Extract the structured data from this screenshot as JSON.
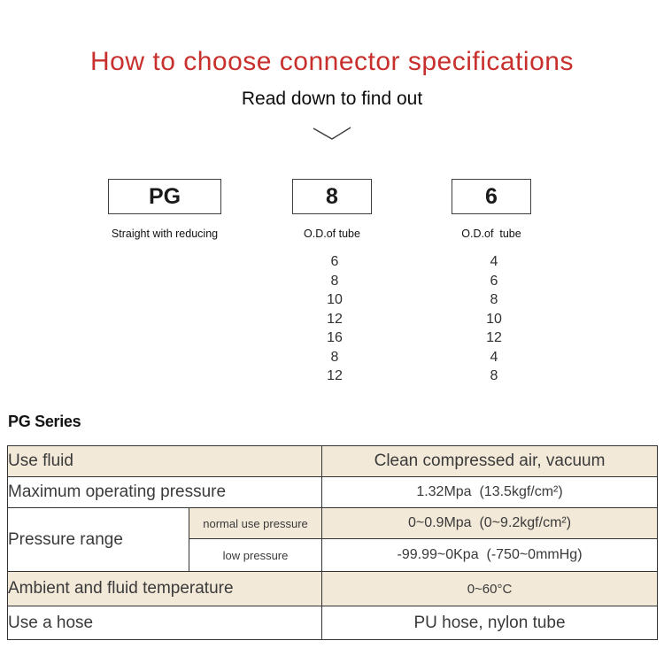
{
  "header": {
    "title": "How to choose connector specifications",
    "subtitle": "Read down to find out"
  },
  "icons": {
    "chevron_down": "chevron-down-icon"
  },
  "picker": {
    "items": [
      {
        "code": "PG",
        "label": "Straight with reducing",
        "sizes": []
      },
      {
        "code": "8",
        "label": "O.D.of tube",
        "sizes": [
          "6",
          "8",
          "10",
          "12",
          "16",
          "8",
          "12"
        ]
      },
      {
        "code": "6",
        "label": "O.D.of  tube",
        "sizes": [
          "4",
          "6",
          "8",
          "10",
          "12",
          "4",
          "8"
        ]
      }
    ]
  },
  "series": {
    "heading": "PG Series"
  },
  "table": {
    "rows": [
      {
        "label": "Use fluid",
        "value": "Clean compressed air, vacuum"
      },
      {
        "label": "Maximum operating pressure",
        "value": "1.32Mpa  (13.5kgf/cm²)"
      },
      {
        "label": "Pressure range",
        "sub": "normal use pressure",
        "value": "0~0.9Mpa  (0~9.2kgf/cm²)"
      },
      {
        "sub": "low pressure",
        "value": "-99.99~0Kpa  (-750~0mmHg)"
      },
      {
        "label": "Ambient and fluid temperature",
        "value": "0~60°C"
      },
      {
        "label": "Use a hose",
        "value": "PU hose, nylon tube"
      }
    ]
  },
  "colors": {
    "title_red": "#c8302d",
    "row_beige": "#f3e9d9",
    "table_border": "#333333"
  }
}
